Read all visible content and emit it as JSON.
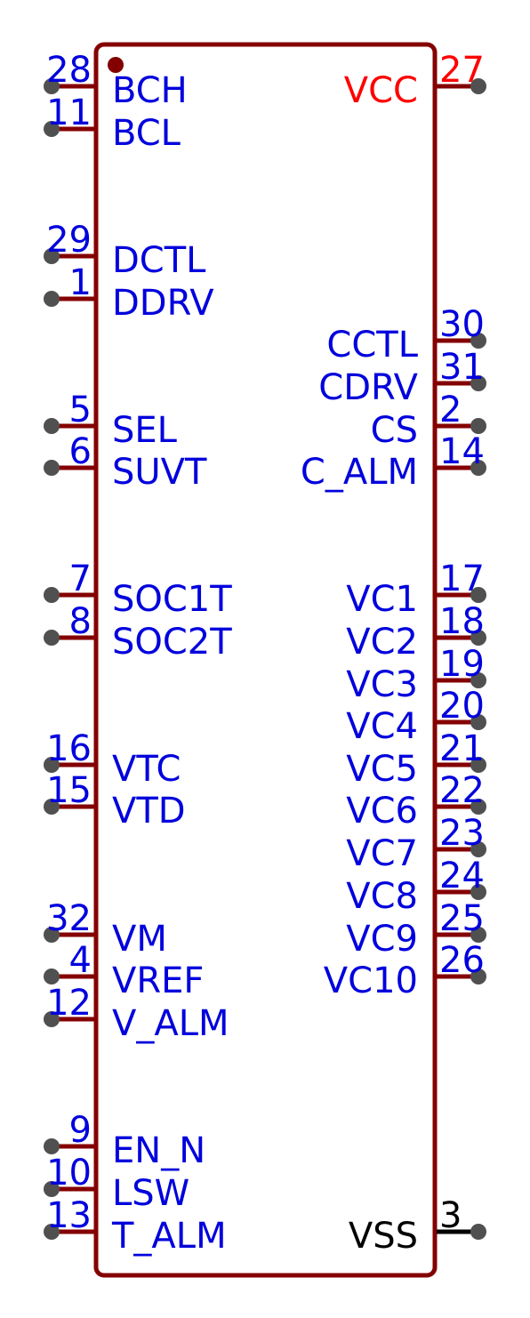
{
  "colors": {
    "body": "#840000",
    "pin_line": "#840000",
    "pin_end": "#505050",
    "label": "#0000dd",
    "power": "#ff0000",
    "ground": "#000000"
  },
  "left_pins": [
    {
      "number": "28",
      "name": "BCH"
    },
    {
      "number": "11",
      "name": "BCL"
    },
    {
      "number": "29",
      "name": "DCTL"
    },
    {
      "number": "1",
      "name": "DDRV"
    },
    {
      "number": "5",
      "name": "SEL"
    },
    {
      "number": "6",
      "name": "SUVT"
    },
    {
      "number": "7",
      "name": "SOC1T"
    },
    {
      "number": "8",
      "name": "SOC2T"
    },
    {
      "number": "16",
      "name": "VTC"
    },
    {
      "number": "15",
      "name": "VTD"
    },
    {
      "number": "32",
      "name": "VM"
    },
    {
      "number": "4",
      "name": "VREF"
    },
    {
      "number": "12",
      "name": "V_ALM"
    },
    {
      "number": "9",
      "name": "EN_N"
    },
    {
      "number": "10",
      "name": "LSW"
    },
    {
      "number": "13",
      "name": "T_ALM"
    }
  ],
  "right_pins": [
    {
      "number": "27",
      "name": "VCC",
      "kind": "power"
    },
    {
      "number": "30",
      "name": "CCTL"
    },
    {
      "number": "31",
      "name": "CDRV"
    },
    {
      "number": "2",
      "name": "CS"
    },
    {
      "number": "14",
      "name": "C_ALM"
    },
    {
      "number": "17",
      "name": "VC1"
    },
    {
      "number": "18",
      "name": "VC2"
    },
    {
      "number": "19",
      "name": "VC3"
    },
    {
      "number": "20",
      "name": "VC4"
    },
    {
      "number": "21",
      "name": "VC5"
    },
    {
      "number": "22",
      "name": "VC6"
    },
    {
      "number": "23",
      "name": "VC7"
    },
    {
      "number": "24",
      "name": "VC8"
    },
    {
      "number": "25",
      "name": "VC9"
    },
    {
      "number": "26",
      "name": "VC10"
    },
    {
      "number": "3",
      "name": "VSS",
      "kind": "ground"
    }
  ]
}
